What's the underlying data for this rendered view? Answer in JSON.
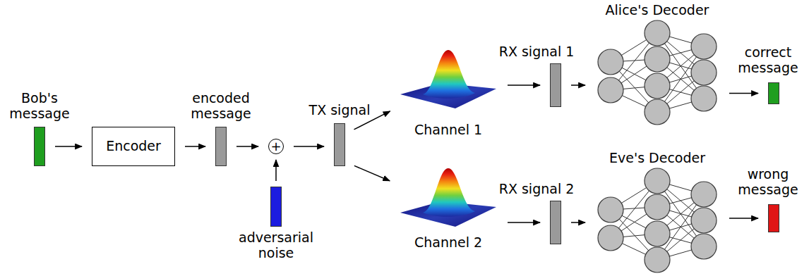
{
  "diagram": {
    "nodes": [
      {
        "text": [
          "Bob's message"
        ]
      },
      {
        "text": [
          "Encoder"
        ]
      },
      {
        "text": [
          "encoded message"
        ]
      },
      {
        "text": [
          "+"
        ]
      },
      {
        "text": [
          "adversarial noise"
        ]
      },
      {
        "text": [
          "TX signal"
        ]
      },
      {
        "text": [
          "Channel 1"
        ]
      },
      {
        "text": [
          "Channel 2"
        ]
      },
      {
        "text": [
          "RX signal 1"
        ]
      },
      {
        "text": [
          "RX signal 2"
        ]
      },
      {
        "text": [
          "Alice's Decoder"
        ]
      },
      {
        "text": [
          "Eve's Decoder"
        ]
      },
      {
        "text": [
          "correct message"
        ]
      },
      {
        "text": [
          "wrong message"
        ]
      }
    ],
    "edges": [
      {
        "from": 0,
        "to": 1,
        "arrow": "to"
      },
      {
        "from": 1,
        "to": 2,
        "arrow": "to"
      },
      {
        "from": 2,
        "to": 3,
        "arrow": "to"
      },
      {
        "from": 4,
        "to": 3,
        "arrow": "to"
      },
      {
        "from": 3,
        "to": 5,
        "arrow": "to"
      },
      {
        "from": 5,
        "to": 6,
        "arrow": "to"
      },
      {
        "from": 5,
        "to": 7,
        "arrow": "to"
      },
      {
        "from": 6,
        "to": 8,
        "arrow": "to"
      },
      {
        "from": 7,
        "to": 9,
        "arrow": "to"
      },
      {
        "from": 8,
        "to": 10,
        "arrow": "to"
      },
      {
        "from": 9,
        "to": 11,
        "arrow": "to"
      },
      {
        "from": 10,
        "to": 12,
        "arrow": "to"
      },
      {
        "from": 11,
        "to": 13,
        "arrow": "to"
      }
    ]
  }
}
